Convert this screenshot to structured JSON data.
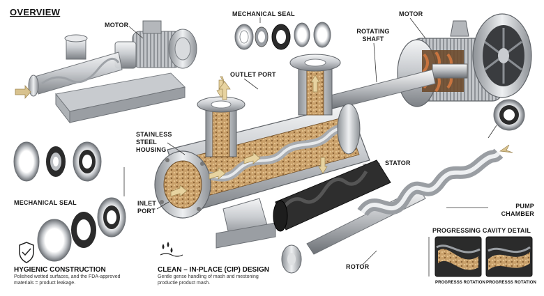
{
  "labels": {
    "overview": "OVERVIEW",
    "motor_top": "MOTOR",
    "mechanical_seal_top": "MECHANICAL SEAL",
    "motor_right": "MOTOR",
    "rotating_shaft": [
      "ROTATING",
      "SHAFT"
    ],
    "outlet_port": "OUTLET PORT",
    "stainless_housing": [
      "STAINLESS",
      "STEEL",
      "HOUSING"
    ],
    "stator": "STATOR",
    "mechanical_seal_left": "MECHANICAL SEAL",
    "inlet_port": [
      "INLET",
      "PORT"
    ],
    "pump_chamber": [
      "PUMP",
      "CHAMBER"
    ],
    "progressing_cavity_detail": "PROGRESSING CAVITY DETAIL",
    "rotor": "ROTOR",
    "progress_rotation_1": "PROGRESSS ROTATION",
    "progress_rotation_2": "PROGRESSS ROTATION"
  },
  "sections": {
    "hygienic": {
      "title": "HYGIENIC CONSTRUCTION",
      "lines": [
        "Polished wetted surfaces, and the FDA-approved",
        "materials = product leakage."
      ]
    },
    "cip": {
      "title": "CLEAN – IN-PLACE (CIP) DESIGN",
      "lines": [
        "Gentle gense handling of mash and mestoning",
        "productie product mash."
      ]
    }
  },
  "colors": {
    "steel_light": "#e6e7e9",
    "steel_mid": "#b8bbbf",
    "steel_dark": "#6f7378",
    "mash": "#c9a06a",
    "mash_dark": "#8a6235",
    "rubber": "#2b2b2b",
    "copper": "#b8683a",
    "arrow": "#d8c28e"
  },
  "icons": [
    "shield-check-icon",
    "water-drops-icon"
  ]
}
